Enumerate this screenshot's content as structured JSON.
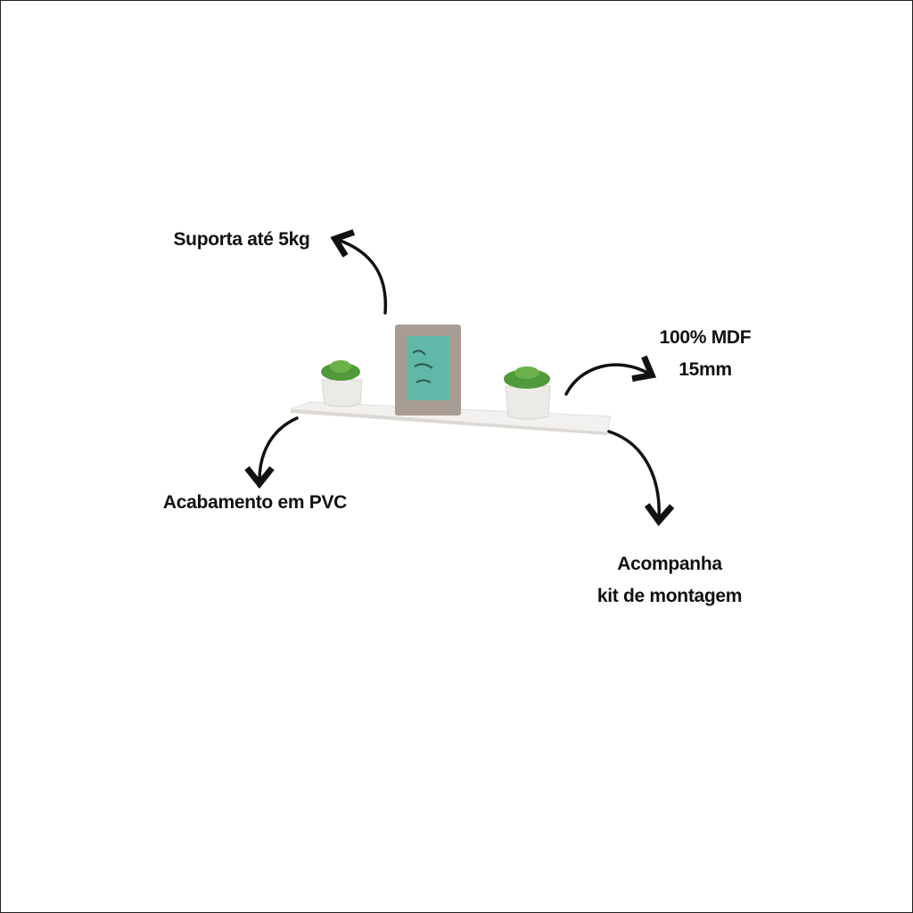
{
  "features": {
    "capacity": "Suporta até 5kg",
    "material_line1": "100% MDF",
    "material_line2": "15mm",
    "finish": "Acabamento em PVC",
    "kit_line1": "Acompanha",
    "kit_line2": "kit de montagem"
  },
  "colors": {
    "text": "#111111",
    "shelf": "#f2f0ee",
    "frame": "#a89c92",
    "frame_art": "#5fb8a8",
    "plant": "#4f9a3a",
    "pot": "#ecebe8"
  }
}
